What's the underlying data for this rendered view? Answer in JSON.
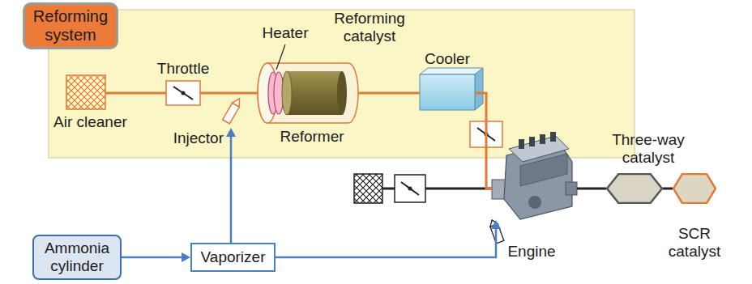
{
  "diagram": {
    "nodes": [
      {
        "text": [
          "Reforming system"
        ]
      },
      {
        "text": [
          "Air cleaner"
        ],
        "in": 0
      },
      {
        "text": [
          "Throttle"
        ],
        "in": 0
      },
      {
        "text": [
          "Injector"
        ],
        "in": 0
      },
      {
        "text": [
          "Heater",
          "Reforming catalyst",
          "Reformer"
        ],
        "in": 0
      },
      {
        "text": [
          "Cooler"
        ],
        "in": 0
      },
      {
        "text": [
          "Engine"
        ]
      },
      {
        "text": [
          "Three-way catalyst"
        ]
      },
      {
        "text": [
          "SCR catalyst"
        ]
      },
      {
        "text": [
          "Ammonia cylinder"
        ]
      },
      {
        "text": [
          "Vaporizer"
        ]
      }
    ],
    "edges": [
      {
        "from": 1,
        "to": 2,
        "arrow": "none"
      },
      {
        "from": 2,
        "to": 4,
        "arrow": "none"
      },
      {
        "from": 4,
        "to": 5,
        "arrow": "none"
      },
      {
        "from": 5,
        "to": 6,
        "arrow": "none"
      },
      {
        "from": 6,
        "to": 7,
        "arrow": "none"
      },
      {
        "from": 7,
        "to": 8,
        "arrow": "none"
      },
      {
        "from": 9,
        "to": 10,
        "arrow": "to"
      },
      {
        "from": 10,
        "to": 3,
        "arrow": "to"
      },
      {
        "from": 10,
        "to": 6,
        "arrow": "to"
      }
    ]
  }
}
